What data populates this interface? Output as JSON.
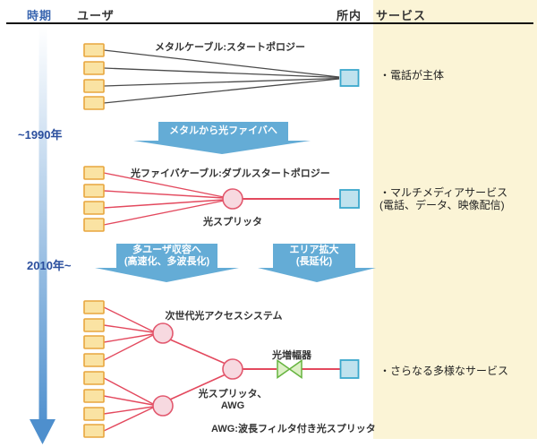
{
  "header": {
    "time": "時期",
    "user": "ユーザ",
    "office": "所内",
    "service": "サービス"
  },
  "timeline": {
    "until_1990": "~1990年",
    "from_2010": "2010年~"
  },
  "banners": {
    "metal_to_fiber": "メタルから光ファイバへ",
    "multi_user_line1": "多ユーザ収容へ",
    "multi_user_line2": "(高速化、多波長化)",
    "area_line1": "エリア拡大",
    "area_line2": "(長延化)"
  },
  "stages": {
    "metal": {
      "title": "メタルケーブル:スタートポロジー",
      "service": "・電話が主体"
    },
    "fiber": {
      "title": "光ファイバケーブル:ダブルスタートポロジー",
      "splitter": "光スプリッタ",
      "service_line1": "・マルチメディアサービス",
      "service_line2": "(電話、データ、映像配信)"
    },
    "nextgen": {
      "title": "次世代光アクセスシステム",
      "amplifier": "光増幅器",
      "splitter_line1": "光スプリッタ、",
      "splitter_line2": "AWG",
      "note": "AWG:波長フィルタ付き光スプリッタ",
      "service": "・さらなる多様なサービス"
    }
  },
  "colors": {
    "banner_blue": "#64acd6",
    "user_box_fill": "#fae3a3",
    "user_box_border": "#e8a63e",
    "office_box_fill": "#bfe2ee",
    "office_box_border": "#3ba8cc",
    "splitter_fill": "#f7d9e0",
    "splitter_border": "#e2586e",
    "fiber_line_red": "#e3495e",
    "metal_line_gray": "#4a4a4a",
    "amplifier_fill": "#ddf0c6",
    "amplifier_border": "#66b43f",
    "service_column_bg": "#fbf4d6",
    "timeline_blue": "#5292cf",
    "header_time_color": "#3a66b0"
  }
}
